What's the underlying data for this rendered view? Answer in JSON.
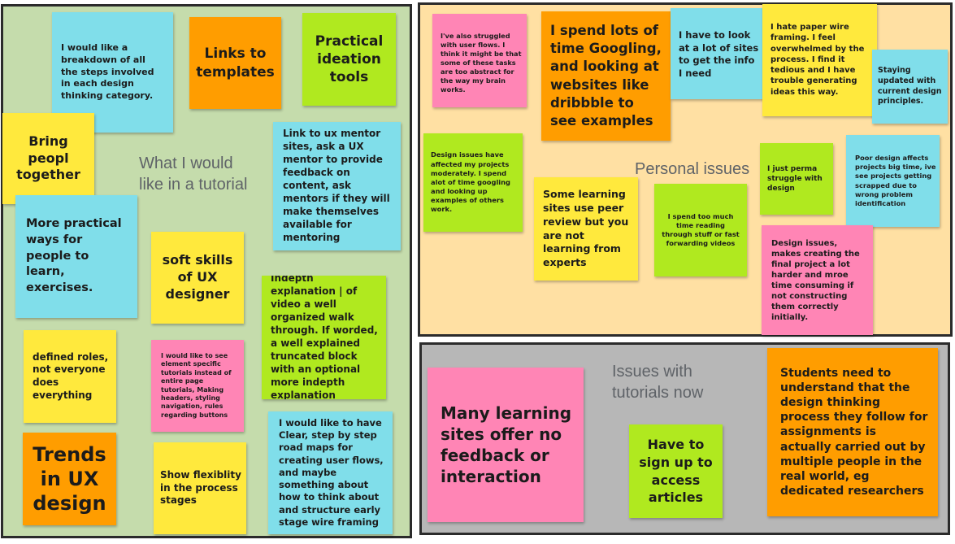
{
  "board": {
    "colors": {
      "cyan": "#80deea",
      "orange": "#ff9d00",
      "green": "#b0e91f",
      "yellow": "#ffe93d",
      "pink": "#ff85b5",
      "frame_green": "#c5dcac",
      "frame_peach": "#ffe0a3",
      "frame_grey": "#b7b7b7"
    }
  },
  "tutorial_frame": {
    "label": "What I would\nlike in a tutorial",
    "notes": {
      "breakdown": "I would like a breakdown of all the steps involved in each design thinking category.",
      "links": "Links to templates",
      "ideation": "Practical ideation tools",
      "bring": "Bring peopl together",
      "mentor": "Link to ux mentor sites, ask a UX mentor to provide feedback on content, ask mentors if they will make themselves available for mentoring",
      "practical": "More practical ways for people to learn, exercises.",
      "soft_skills": "soft skills of UX designer",
      "indepth": "Indepth explanation | of video a well organized walk through. If worded, a well explained truncated block with an optional more indepth explanation",
      "roles": "defined roles, not everyone does everything",
      "element": "I would like to see element specific tutorials instead of entire page tutorials, Making headers, styling navigation, rules regarding buttons",
      "clear": "I would like to have Clear, step by step road maps for creating user flows, and maybe something about how to think about and structure early stage wire framing",
      "trends": "Trends in UX design",
      "flexibility": "Show flexiblity in the process stages"
    }
  },
  "personal_frame": {
    "label": "Personal issues",
    "notes": {
      "struggled": "I've also struggled with user flows. I think it might be that some of these tasks are too abstract for the way my brain works.",
      "googling": "I spend lots of time Googling, and looking at websites like dribbble to see examples",
      "sites": "I have to look at a lot of sites to get the info I need",
      "paper": "I hate paper wire framing. I feel overwhelmed by the process. I find it tedious and I have trouble generating ideas this way.",
      "updated": "Staying updated with current design principles.",
      "design_issues": "Design issues have affected my projects moderately. I spend alot of time googling and looking up examples of others work.",
      "peer": "Some learning sites use peer review but you are not learning from experts",
      "reading": "I spend too much time reading through stuff or fast forwarding videos",
      "perma": "I just perma struggle with design",
      "poor": "Poor design affects projects big time, ive see projects getting scrapped due to wrong problem identification",
      "final": "Design issues, makes creating the final project a lot harder and mroe time consuming if not constructing them correctly initially."
    }
  },
  "tutorials_frame": {
    "label": "Issues with\ntutorials now",
    "notes": {
      "feedback": "Many learning sites offer no feedback or interaction",
      "signup": "Have to sign up to access articles",
      "students": "Students need to understand that the design thinking process  they follow for assignments is actually carried out by multiple people in the real world, eg dedicated researchers"
    }
  }
}
